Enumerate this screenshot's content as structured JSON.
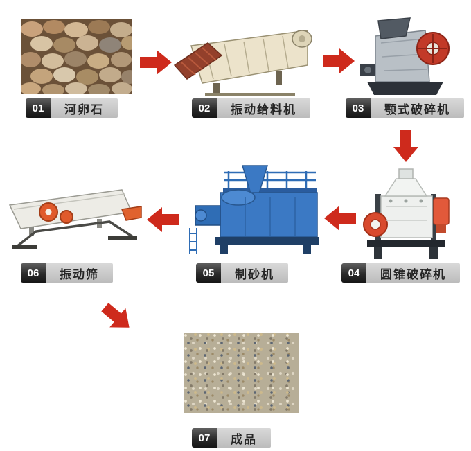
{
  "steps": [
    {
      "num": "01",
      "label": "河卵石",
      "image": "river-pebbles-photo"
    },
    {
      "num": "02",
      "label": "振动给料机",
      "image": "vibrating-feeder-illustration"
    },
    {
      "num": "03",
      "label": "颚式破碎机",
      "image": "jaw-crusher-illustration"
    },
    {
      "num": "04",
      "label": "圆锥破碎机",
      "image": "cone-crusher-illustration"
    },
    {
      "num": "05",
      "label": "制砂机",
      "image": "sand-making-machine-illustration"
    },
    {
      "num": "06",
      "label": "振动筛",
      "image": "vibrating-screen-illustration"
    },
    {
      "num": "07",
      "label": "成品",
      "image": "finished-sand-photo"
    }
  ],
  "arrows": [
    {
      "from": "01",
      "to": "02",
      "direction": "right"
    },
    {
      "from": "02",
      "to": "03",
      "direction": "right"
    },
    {
      "from": "03",
      "to": "04",
      "direction": "down"
    },
    {
      "from": "04",
      "to": "05",
      "direction": "left"
    },
    {
      "from": "05",
      "to": "06",
      "direction": "left"
    },
    {
      "from": "06",
      "to": "07",
      "direction": "down-right"
    }
  ],
  "colors": {
    "arrow": "#ce2a1c",
    "badge_bg": "#2a2a2a",
    "label_box_bg": "#c9c9c9",
    "background": "#ffffff"
  }
}
